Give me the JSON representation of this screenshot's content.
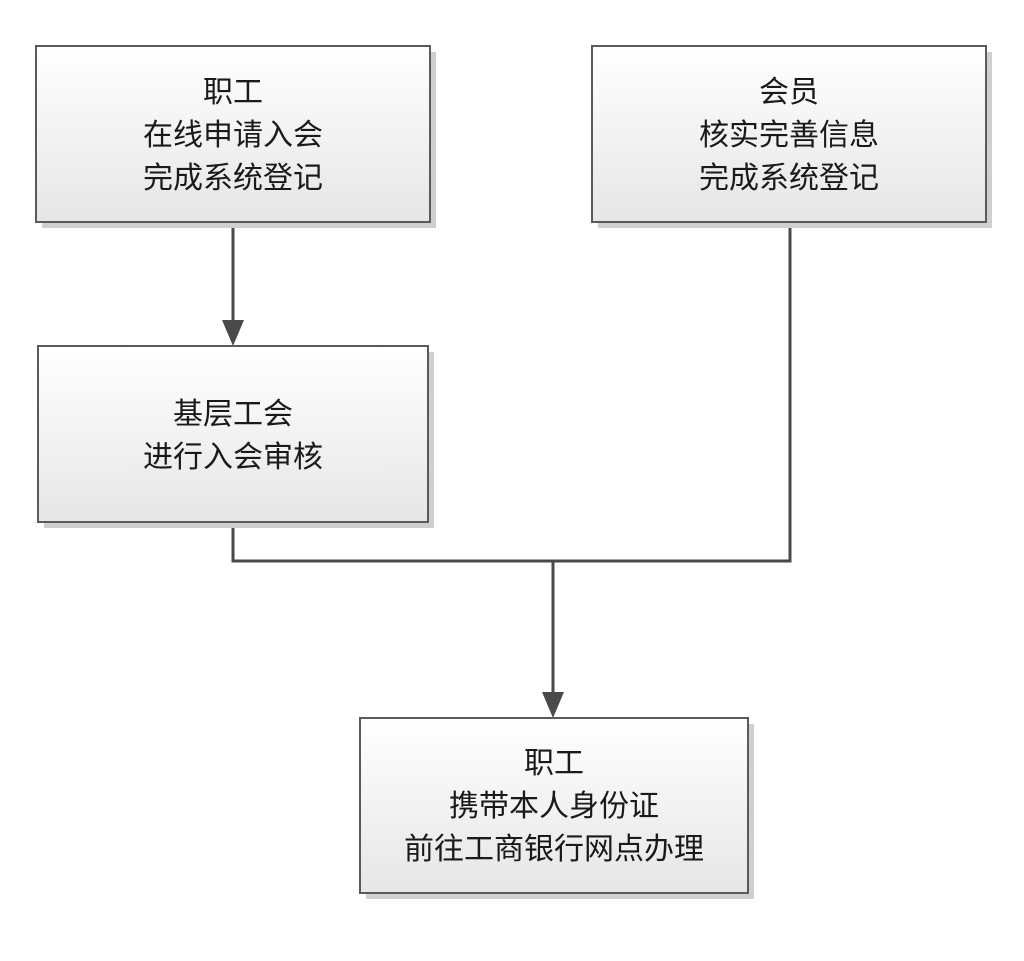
{
  "nodes": {
    "staff_apply": {
      "lines": [
        "职工",
        "在线申请入会",
        "完成系统登记"
      ]
    },
    "member_verify": {
      "lines": [
        "会员",
        "核实完善信息",
        "完成系统登记"
      ]
    },
    "union_review": {
      "lines": [
        "基层工会",
        "进行入会审核"
      ]
    },
    "staff_bank": {
      "lines": [
        "职工",
        "携带本人身份证",
        "前往工商银行网点办理"
      ]
    }
  },
  "edges": [
    {
      "from": "staff_apply",
      "to": "union_review"
    },
    {
      "from": "union_review",
      "to": "staff_bank"
    },
    {
      "from": "member_verify",
      "to": "staff_bank"
    }
  ]
}
